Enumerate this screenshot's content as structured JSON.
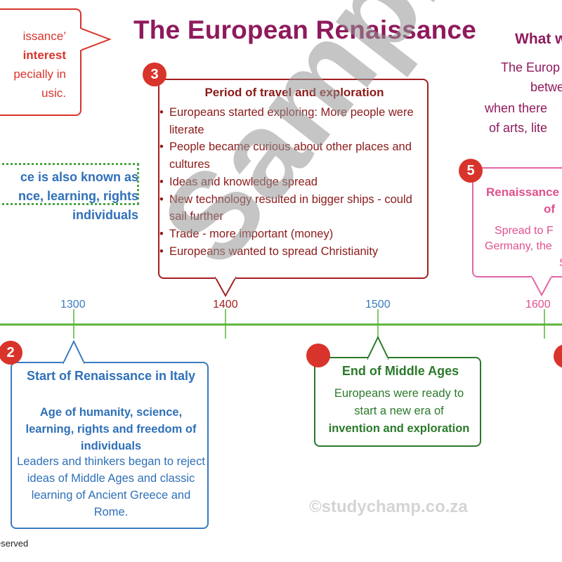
{
  "title": "The European Renaissance",
  "years": [
    "1300",
    "1400",
    "1500",
    "1600"
  ],
  "box1": {
    "line1": "issance’",
    "line2": "interest",
    "line3": "pecially in",
    "line4": "usic."
  },
  "box3": {
    "number": "3",
    "heading": "Period of travel and exploration",
    "bullets": [
      "Europeans started exploring: More people were literate",
      "People became curious about other places and cultures",
      "Ideas and knowledge spread",
      "New technology resulted in bigger ships - could sail further",
      "Trade - more important (money)",
      "Europeans wanted to spread Christianity"
    ]
  },
  "box_quote": {
    "line1": "ce is also known as",
    "line2": "nce, learning, rights",
    "line3": "individuals"
  },
  "box5": {
    "number": "5",
    "heading1": "Renaissance",
    "heading2": "of",
    "body1": "Spread to F",
    "body2": "Germany, the",
    "body3": "S"
  },
  "what_heading": "What w",
  "what_body": {
    "line1": "The Europ",
    "line2": "between",
    "line3": "when there",
    "line4": "of arts, lite"
  },
  "box2": {
    "number": "2",
    "heading": "Start of Renaissance in Italy",
    "subheading": "Age of humanity, science, learning, rights and freedom of individuals",
    "body": "Leaders and thinkers began to reject ideas of Middle Ages and classic learning of Ancient Greece and Rome."
  },
  "box4": {
    "heading": "End of Middle Ages",
    "body_line1": "Europeans were ready to",
    "body_line2": "start a new era of",
    "body_line3": "invention and exploration"
  },
  "watermark": "Sample",
  "copyright": "©studychamp.co.za",
  "reserved": "eserved",
  "colors": {
    "title": "#8e1a5c",
    "red": "#d8342c",
    "dark_red": "#8b1a1a",
    "blue": "#2f70b8",
    "green": "#2b7a2b",
    "pink": "#e0508e",
    "timeline": "#5cb33a"
  }
}
